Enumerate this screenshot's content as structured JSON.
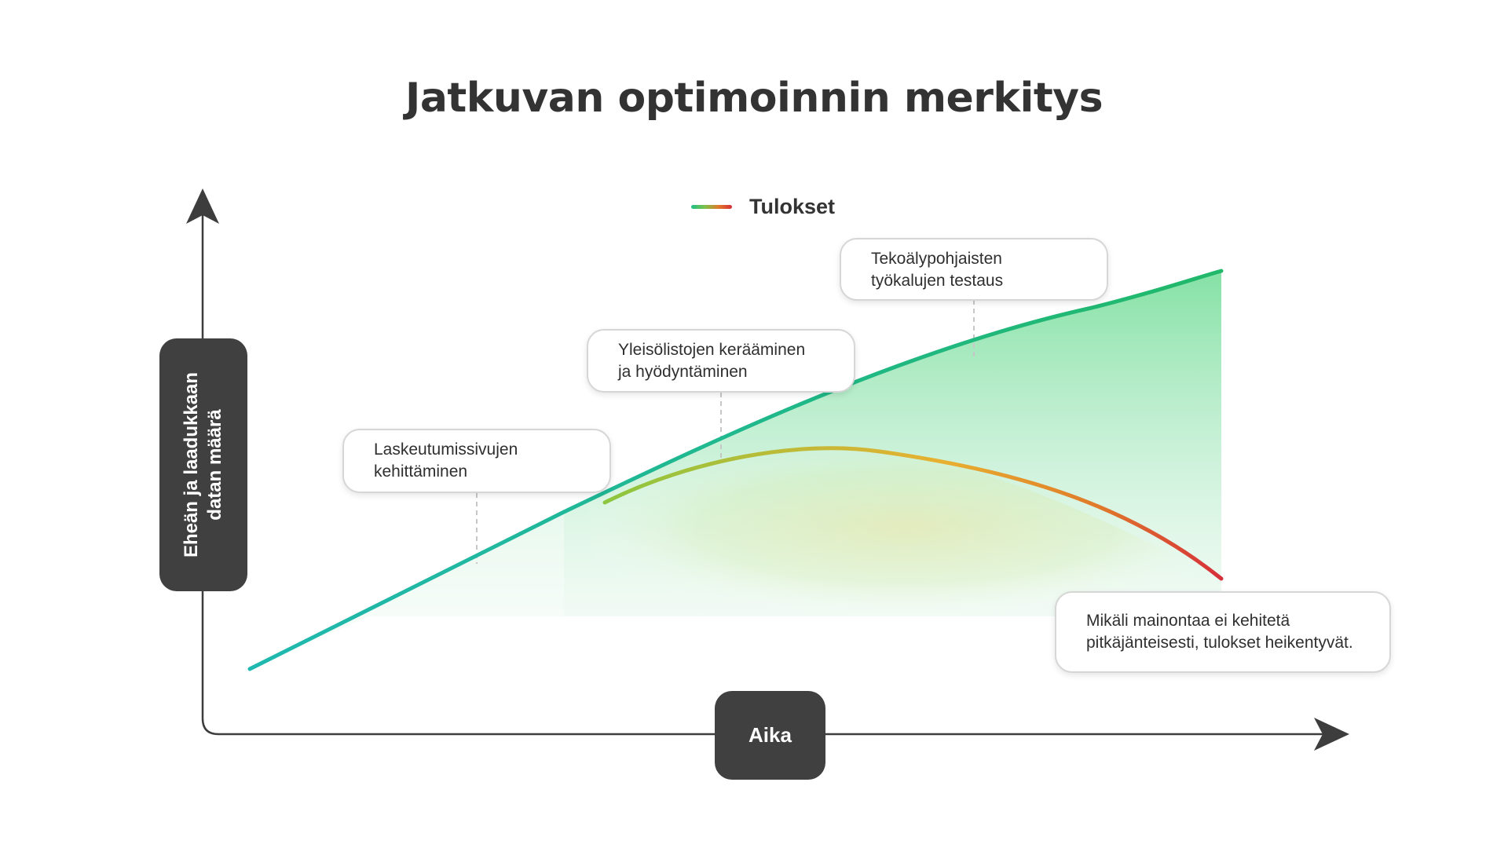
{
  "title": "Jatkuvan optimoinnin merkitys",
  "legend": {
    "label": "Tulokset"
  },
  "axes": {
    "y_label_line1": "Eheän ja laadukkaan",
    "y_label_line2": "datan määrä",
    "x_label": "Aika"
  },
  "callouts": {
    "landing": {
      "line1": "Laskeutumissivujen",
      "line2": "kehittäminen"
    },
    "audience": {
      "line1": "Yleisölistojen kerääminen",
      "line2": "ja hyödyntäminen"
    },
    "ai": {
      "line1": "Tekoälypohjaisten",
      "line2": "työkalujen testaus"
    },
    "warning": {
      "line1": "Mikäli mainontaa ei kehitetä",
      "line2": "pitkäjänteisesti, tulokset heikentyvät."
    }
  },
  "colors": {
    "text_dark": "#333333",
    "pill_bg": "#404040",
    "growth_line_start": "#1fb8b0",
    "growth_line_end": "#21b86a",
    "decline_line_green": "#8cc63f",
    "decline_line_orange": "#e8912f",
    "decline_line_red": "#d62f3a"
  }
}
